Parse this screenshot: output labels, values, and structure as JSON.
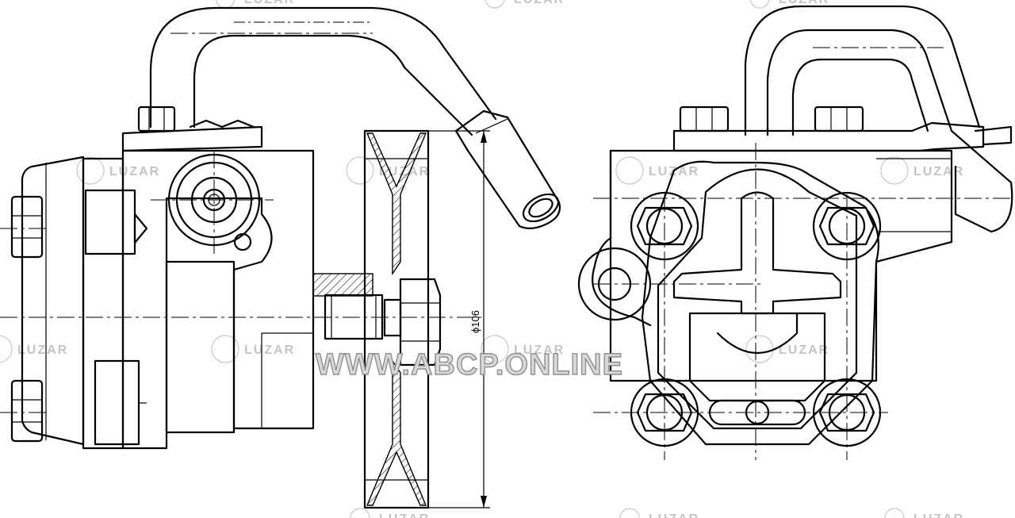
{
  "watermark": {
    "brand": "LUZAR",
    "site": "WWW.ABCP.ONLINE"
  },
  "dimension": {
    "pulley_diameter": "ϕ106"
  },
  "colors": {
    "line": "#000000",
    "watermark": "#c8c8c8",
    "background": "#ffffff"
  }
}
